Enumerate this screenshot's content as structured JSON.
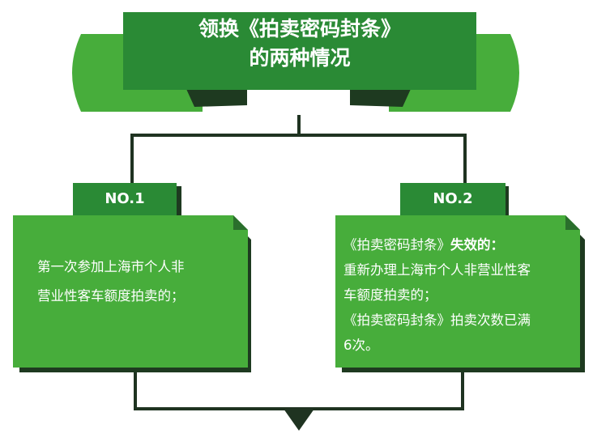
{
  "title": {
    "line1": "领换《拍卖密码封条》",
    "line2": "的两种情况"
  },
  "cards": [
    {
      "badge": "NO.1",
      "lines": [
        "第一次参加上海市个人非",
        "营业性客车额度拍卖的；"
      ]
    },
    {
      "badge": "NO.2",
      "heading_prefix": "《拍卖密码封条》",
      "heading_bold": "失效的：",
      "lines": [
        "重新办理上海市个人非营业性客",
        "车额度拍卖的；",
        "《拍卖密码封条》拍卖次数已满",
        "6次。"
      ]
    }
  ],
  "colors": {
    "dark_green": "#2a8a35",
    "mid_green": "#3b9a3e",
    "bright_green": "#47ad3b",
    "shadow": "#1e3a20",
    "line": "#1f3321",
    "fold": "#2a6f2c",
    "background": "#ffffff",
    "text": "#ffffff"
  }
}
